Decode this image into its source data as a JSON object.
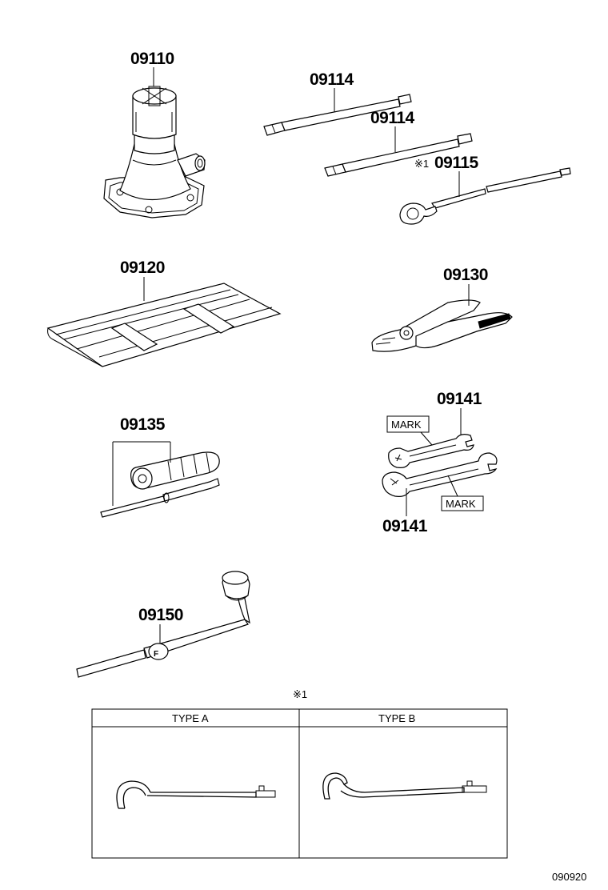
{
  "parts": {
    "jack": "09110",
    "extension_bar_1": "09114",
    "extension_bar_2": "09114",
    "jack_handle": "09115",
    "jack_handle_note": "※1",
    "tool_bag": "09120",
    "pliers": "09130",
    "screwdriver": "09135",
    "wrench_top": "09141",
    "wrench_bottom": "09141",
    "wheel_nut_wrench": "09150"
  },
  "labels": {
    "mark_top": "MARK",
    "mark_bottom": "MARK"
  },
  "type_table": {
    "note": "※1",
    "type_a": "TYPE A",
    "type_b": "TYPE B"
  },
  "diagram_id": "090920"
}
